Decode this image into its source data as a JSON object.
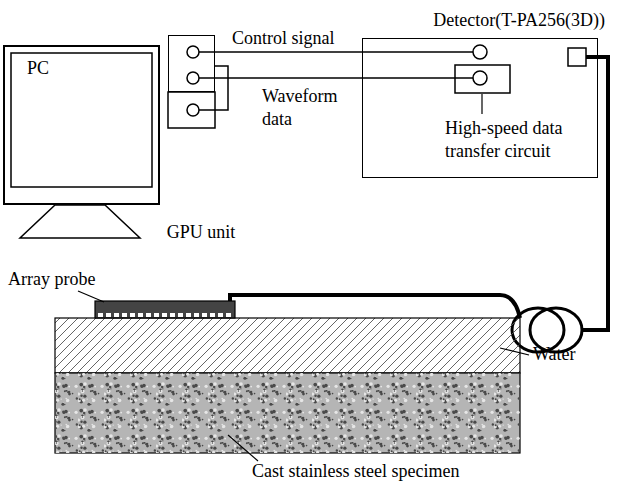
{
  "diagram": {
    "nodes": [
      {
        "text": [
          "PC"
        ]
      },
      {
        "text": [
          "GPU unit"
        ]
      },
      {
        "text": [
          "Detector(T-PA256(3D))"
        ]
      }
    ],
    "edges": [
      {
        "from": 1,
        "to": 2,
        "arrow": "none",
        "label": "Control signal"
      },
      {
        "from": 1,
        "to": 2,
        "arrow": "none",
        "label": "Waveform data"
      }
    ],
    "labels": [
      "High-speed data transfer circuit",
      "Array probe",
      "Water",
      "Cast stainless steel specimen"
    ]
  }
}
